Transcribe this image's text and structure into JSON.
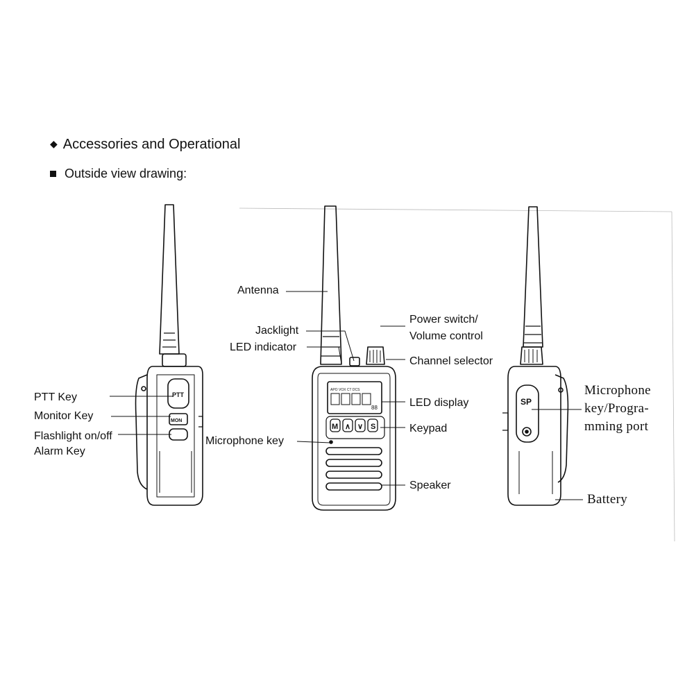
{
  "headings": {
    "bullet_diamond": "◆",
    "title": "Accessories and Operational",
    "subtitle": "Outside view drawing:"
  },
  "labels": {
    "antenna": "Antenna",
    "jacklight": "Jacklight",
    "led_indicator": "LED indicator",
    "power_switch_line1": "Power switch/",
    "power_switch_line2": "Volume control",
    "channel_selector": "Channel selector",
    "led_display": "LED display",
    "keypad": "Keypad",
    "microphone_key": "Microphone key",
    "speaker": "Speaker",
    "ptt_key": "PTT Key",
    "monitor_key": "Monitor Key",
    "flashlight_line1": "Flashlight on/off",
    "flashlight_line2": "Alarm Key",
    "mic_prog_line1": "Microphone",
    "mic_prog_line2": "key/Progra-",
    "mic_prog_line3": "mming  port",
    "battery": "Battery"
  },
  "device_text": {
    "key_m": "M",
    "key_up": "∧",
    "key_down": "∨",
    "key_s": "S",
    "side_ptt": "PTT",
    "side_mon": "MON",
    "sp_label": "SP",
    "lcd_indicators": "APO VOX CT DCS",
    "lcd_digits": "88"
  }
}
